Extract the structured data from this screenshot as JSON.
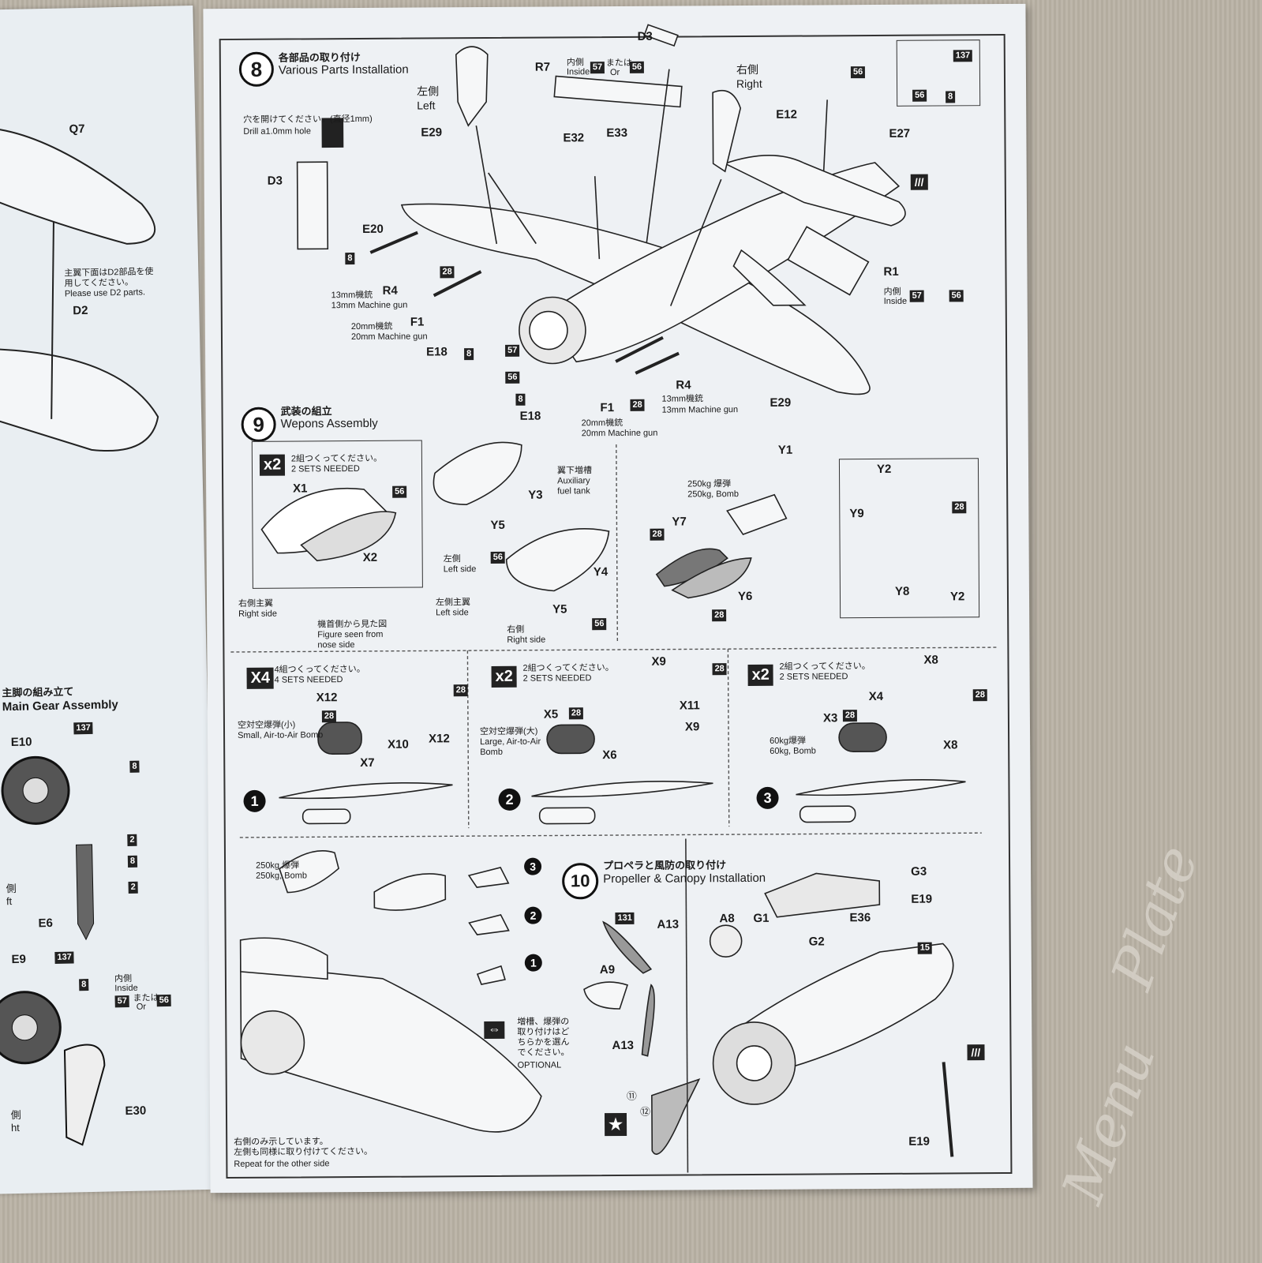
{
  "left_page": {
    "q7": "Q7",
    "d2_note": [
      "主翼下面はD2部品を使",
      "用してください。",
      "Please use D2 parts."
    ],
    "d2": "D2",
    "main_gear_jp": "主脚の組み立て",
    "main_gear_en": "Main Gear Assembly",
    "e10": "E10",
    "b137a": "137",
    "b8a": "8",
    "b2a": "2",
    "b8b": "8",
    "b2b": "2",
    "side_a": "側",
    "side_b": "ft",
    "e6": "E6",
    "e9": "E9",
    "b137b": "137",
    "b8c": "8",
    "inside_jp": "内側",
    "inside_en": "Inside",
    "c57": "57",
    "or_jp": "または",
    "or_en": "Or",
    "c56": "56",
    "e30": "E30",
    "side_c": "側",
    "side_d": "ht"
  },
  "step8": {
    "num": "8",
    "title_jp": "各部品の取り付け",
    "title_en": "Various Parts Installation",
    "drill_jp": "穴を開けてください。(直径1mm)",
    "drill_en": "Drill a1.0mm hole",
    "d3_left": "D3",
    "d3_top": "D3",
    "left_jp": "左側",
    "left_en": "Left",
    "right_jp": "右側",
    "right_en": "Right",
    "r7": "R7",
    "e29_top": "E29",
    "e32": "E32",
    "e33": "E33",
    "e12": "E12",
    "e27": "E27",
    "e20": "E20",
    "r4_left": "R4",
    "r4_left_jp": "13mm機銃",
    "r4_left_en": "13mm Machine gun",
    "f1_left": "F1",
    "f1_left_jp": "20mm機銃",
    "f1_left_en": "20mm Machine gun",
    "e18_left": "E18",
    "e18_bottom": "E18",
    "r1": "R1",
    "f1_bottom": "F1",
    "f1_bottom_jp": "20mm機銃",
    "f1_bottom_en": "20mm Machine gun",
    "r4_bottom": "R4",
    "r4_bottom_jp": "13mm機銃",
    "r4_bottom_en": "13mm Machine gun",
    "e29_bottom": "E29",
    "c8": "8",
    "c28": "28",
    "c56": "56",
    "c57": "57",
    "c137": "137",
    "inside_jp": "内側",
    "inside_en": "Inside",
    "or_jp": "または",
    "or_en": "Or"
  },
  "step9": {
    "num": "9",
    "title_jp": "武装の組立",
    "title_en": "Wepons Assembly",
    "x2": "x2",
    "sets2_jp": "2組つくってください。",
    "sets2_en": "2 SETS NEEDED",
    "x1": "X1",
    "x2_part": "X2",
    "c56": "56",
    "aux_jp": "翼下増槽",
    "aux_en1": "Auxiliary",
    "aux_en2": "fuel tank",
    "y3": "Y3",
    "y5a": "Y5",
    "y4": "Y4",
    "y5b": "Y5",
    "left_side_jp": "左側",
    "left_side_en": "Left side",
    "right_side_jp": "右側",
    "right_side_en": "Right side",
    "right_main_jp": "右側主翼",
    "right_main_en": "Right side",
    "left_main_jp": "左側主翼",
    "left_main_en": "Left side",
    "nose_jp": "機首側から見た図",
    "nose_en1": "Figure  seen  from",
    "nose_en2": "nose side",
    "bomb250_jp": "250kg 爆弾",
    "bomb250_en": "250kg, Bomb",
    "y1": "Y1",
    "y7": "Y7",
    "y6": "Y6",
    "c28": "28",
    "y2a": "Y2",
    "y9": "Y9",
    "y8": "Y8",
    "y2b": "Y2"
  },
  "weapons": {
    "x4": "X4",
    "sets4_jp": "4組つくってください。",
    "sets4_en": "4 SETS NEEDED",
    "sets2_jp": "2組つくってください。",
    "sets2_en": "2 SETS NEEDED",
    "x2": "x2",
    "x12a": "X12",
    "x12b": "X12",
    "x10": "X10",
    "x7": "X7",
    "small_jp": "空対空爆弾(小)",
    "small_en": "Small, Air-to-Air Bomb",
    "x5": "X5",
    "x9a": "X9",
    "x9b": "X9",
    "x11": "X11",
    "x6": "X6",
    "large_jp": "空対空爆弾(大)",
    "large_en1": "Large, Air-to-Air",
    "large_en2": "Bomb",
    "x8a": "X8",
    "x8b": "X8",
    "x3": "X3",
    "bomb60_jp": "60kg爆弾",
    "bomb60_en": "60kg, Bomb",
    "n1": "1",
    "n2": "2",
    "n3": "3",
    "c28": "28"
  },
  "bottom_left": {
    "bomb250_jp": "250kg 爆弾",
    "bomb250_en": "250kg, Bomb",
    "n3": "3",
    "n2": "2",
    "n1": "1",
    "optional_jp1": "増槽、爆弾の",
    "optional_jp2": "取り付けはど",
    "optional_jp3": "ちらかを選ん",
    "optional_jp4": "でください。",
    "optional_en": "OPTIONAL",
    "repeat_jp1": "右側のみ示しています。",
    "repeat_jp2": "左側も同様に取り付けてください。",
    "repeat_en": "Repeat for the other side"
  },
  "step10": {
    "num": "10",
    "title_jp": "プロペラと風防の取り付け",
    "title_en": "Propeller & Canopy Installation",
    "c131": "131",
    "a13_top": "A13",
    "a8": "A8",
    "g1": "G1",
    "g3": "G3",
    "e19_top": "E19",
    "e36": "E36",
    "g2": "G2",
    "c15": "15",
    "a9": "A9",
    "a13_bottom": "A13",
    "n11": "⑪",
    "n12": "⑫",
    "e19_bottom": "E19"
  }
}
